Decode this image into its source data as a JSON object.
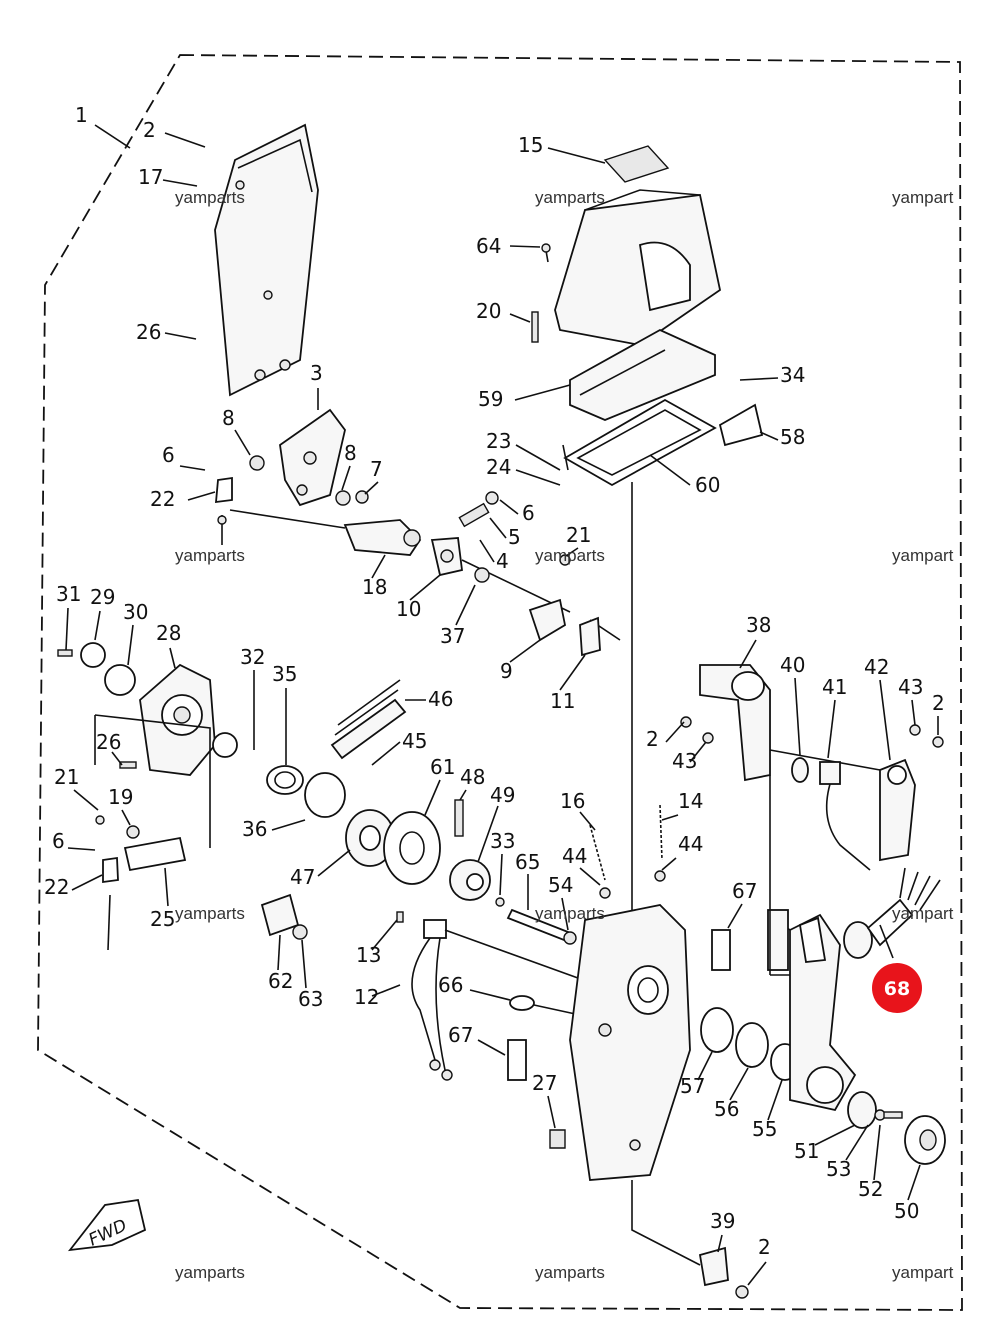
{
  "parts": [
    {
      "id": "p1",
      "label": "1"
    },
    {
      "id": "p2a",
      "label": "2"
    },
    {
      "id": "p17",
      "label": "17"
    },
    {
      "id": "p26a",
      "label": "26"
    },
    {
      "id": "p3",
      "label": "3"
    },
    {
      "id": "p8a",
      "label": "8"
    },
    {
      "id": "p6a",
      "label": "6"
    },
    {
      "id": "p22a",
      "label": "22"
    },
    {
      "id": "p8b",
      "label": "8"
    },
    {
      "id": "p7",
      "label": "7"
    },
    {
      "id": "p18",
      "label": "18"
    },
    {
      "id": "p10",
      "label": "10"
    },
    {
      "id": "p15",
      "label": "15"
    },
    {
      "id": "p64",
      "label": "64"
    },
    {
      "id": "p20",
      "label": "20"
    },
    {
      "id": "p34",
      "label": "34"
    },
    {
      "id": "p59",
      "label": "59"
    },
    {
      "id": "p58",
      "label": "58"
    },
    {
      "id": "p23",
      "label": "23"
    },
    {
      "id": "p24",
      "label": "24"
    },
    {
      "id": "p60",
      "label": "60"
    },
    {
      "id": "p6b",
      "label": "6"
    },
    {
      "id": "p5",
      "label": "5"
    },
    {
      "id": "p4",
      "label": "4"
    },
    {
      "id": "p21a",
      "label": "21"
    },
    {
      "id": "p37",
      "label": "37"
    },
    {
      "id": "p9",
      "label": "9"
    },
    {
      "id": "p11",
      "label": "11"
    },
    {
      "id": "p31",
      "label": "31"
    },
    {
      "id": "p29",
      "label": "29"
    },
    {
      "id": "p30",
      "label": "30"
    },
    {
      "id": "p28",
      "label": "28"
    },
    {
      "id": "p32",
      "label": "32"
    },
    {
      "id": "p35",
      "label": "35"
    },
    {
      "id": "p46",
      "label": "46"
    },
    {
      "id": "p45",
      "label": "45"
    },
    {
      "id": "p26b",
      "label": "26"
    },
    {
      "id": "p21b",
      "label": "21"
    },
    {
      "id": "p19",
      "label": "19"
    },
    {
      "id": "p6c",
      "label": "6"
    },
    {
      "id": "p22b",
      "label": "22"
    },
    {
      "id": "p25",
      "label": "25"
    },
    {
      "id": "p36",
      "label": "36"
    },
    {
      "id": "p47",
      "label": "47"
    },
    {
      "id": "p61",
      "label": "61"
    },
    {
      "id": "p48",
      "label": "48"
    },
    {
      "id": "p49",
      "label": "49"
    },
    {
      "id": "p33",
      "label": "33"
    },
    {
      "id": "p62",
      "label": "62"
    },
    {
      "id": "p63",
      "label": "63"
    },
    {
      "id": "p13",
      "label": "13"
    },
    {
      "id": "p12",
      "label": "12"
    },
    {
      "id": "p66",
      "label": "66"
    },
    {
      "id": "p67a",
      "label": "67"
    },
    {
      "id": "p65",
      "label": "65"
    },
    {
      "id": "p54",
      "label": "54"
    },
    {
      "id": "p16",
      "label": "16"
    },
    {
      "id": "p44a",
      "label": "44"
    },
    {
      "id": "p14",
      "label": "14"
    },
    {
      "id": "p44b",
      "label": "44"
    },
    {
      "id": "p27",
      "label": "27"
    },
    {
      "id": "p38",
      "label": "38"
    },
    {
      "id": "p2b",
      "label": "2"
    },
    {
      "id": "p43a",
      "label": "43"
    },
    {
      "id": "p40",
      "label": "40"
    },
    {
      "id": "p41",
      "label": "41"
    },
    {
      "id": "p42",
      "label": "42"
    },
    {
      "id": "p43b",
      "label": "43"
    },
    {
      "id": "p2c",
      "label": "2"
    },
    {
      "id": "p67b",
      "label": "67"
    },
    {
      "id": "p57",
      "label": "57"
    },
    {
      "id": "p56",
      "label": "56"
    },
    {
      "id": "p55",
      "label": "55"
    },
    {
      "id": "p51",
      "label": "51"
    },
    {
      "id": "p53",
      "label": "53"
    },
    {
      "id": "p52",
      "label": "52"
    },
    {
      "id": "p50",
      "label": "50"
    },
    {
      "id": "p39",
      "label": "39"
    },
    {
      "id": "p2d",
      "label": "2"
    }
  ],
  "highlight": {
    "label": "68",
    "color": "#e8141b"
  },
  "watermarks": [
    "yamparts",
    "yamparts",
    "yampart",
    "yamparts",
    "yamparts",
    "yampart",
    "yamparts",
    "yamparts",
    "yampart",
    "yamparts",
    "yamparts",
    "yampart"
  ],
  "fwd_label": "FWD"
}
